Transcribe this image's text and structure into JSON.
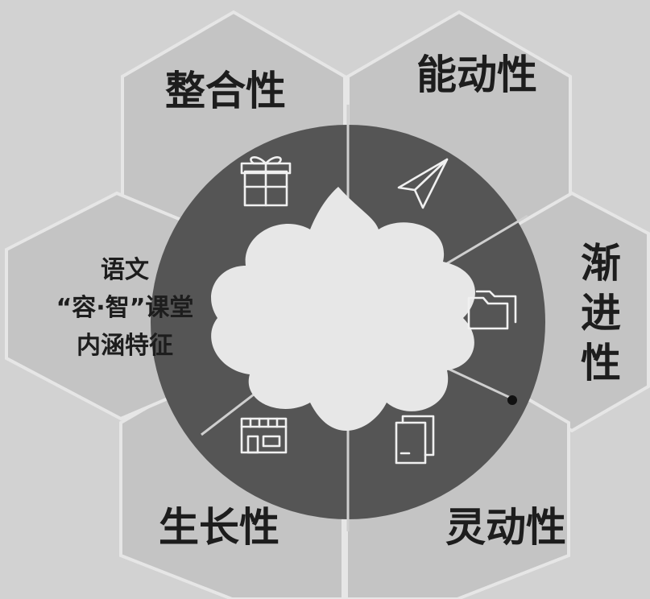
{
  "diagram": {
    "center": {
      "lines": [
        "语文",
        "“容·智”课堂",
        "内涵特征"
      ]
    },
    "features": [
      {
        "label": "整合性",
        "icon": "gift-icon"
      },
      {
        "label": "能动性",
        "icon": "paper-plane-icon"
      },
      {
        "label": "渐进性",
        "icon": "folders-icon"
      },
      {
        "label": "灵动性",
        "icon": "documents-icon"
      },
      {
        "label": "生长性",
        "icon": "storefront-icon"
      }
    ]
  }
}
